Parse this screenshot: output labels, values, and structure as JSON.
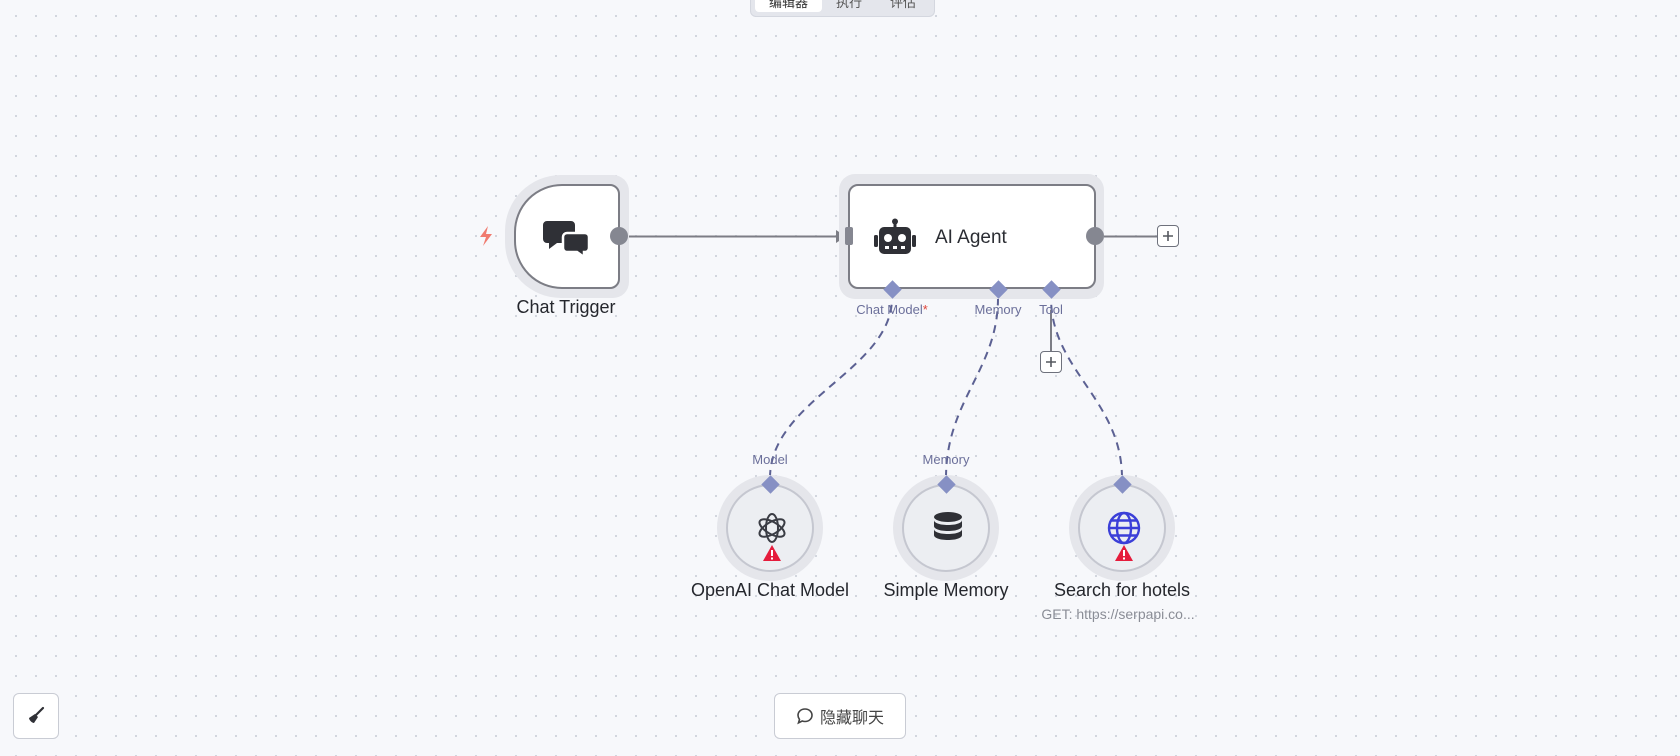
{
  "tabs": [
    {
      "label": "编辑器",
      "active": true
    },
    {
      "label": "执行",
      "active": false
    },
    {
      "label": "评估",
      "active": false
    }
  ],
  "nodes": {
    "chat_trigger": {
      "label": "Chat Trigger",
      "icon": "chat-bubbles-icon"
    },
    "ai_agent": {
      "label": "AI Agent",
      "icon": "robot-icon",
      "ports": {
        "chat_model": "Chat Model",
        "chat_model_required_mark": "*",
        "memory": "Memory",
        "tool": "Tool"
      }
    },
    "openai_chat_model": {
      "label": "OpenAI Chat Model",
      "port": "Model",
      "icon": "openai-icon",
      "warning": true
    },
    "simple_memory": {
      "label": "Simple Memory",
      "port": "Memory",
      "icon": "database-icon",
      "warning": false
    },
    "search_hotels": {
      "label": "Search for hotels",
      "subtitle": "GET: https://serpapi.co...",
      "icon": "globe-icon",
      "warning": true
    }
  },
  "controls": {
    "hide_chat_label": "隐藏聊天",
    "clean_canvas_icon": "broom-icon",
    "add_icon": "plus-icon"
  },
  "colors": {
    "accent_port": "#8690c4",
    "edge_solid": "#7c7d85",
    "edge_dashed": "#5c6193",
    "warning": "#e51c3c",
    "trigger_bolt": "#f07a6e",
    "globe": "#3b3fd8"
  }
}
